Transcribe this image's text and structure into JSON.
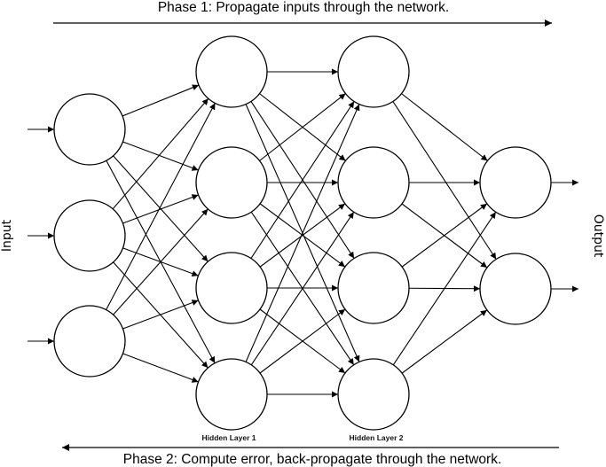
{
  "diagram": {
    "title": "Neural network backpropagation",
    "phase1": {
      "label": "Phase 1: Propagate inputs through the network.",
      "direction": "right"
    },
    "phase2": {
      "label": "Phase 2: Compute error, back-propagate through the network.",
      "direction": "left"
    },
    "side_labels": {
      "input": "Input",
      "output": "Output"
    },
    "layers": [
      {
        "id": "input",
        "label": "",
        "nodes": 3
      },
      {
        "id": "hidden1",
        "label": "Hidden Layer 1",
        "nodes": 4
      },
      {
        "id": "hidden2",
        "label": "Hidden Layer 2",
        "nodes": 4
      },
      {
        "id": "output",
        "label": "",
        "nodes": 2
      }
    ],
    "connectivity": "fully-connected",
    "colors": {
      "stroke": "#000000",
      "node_fill": "#ffffff",
      "background": "#ffffff"
    }
  }
}
